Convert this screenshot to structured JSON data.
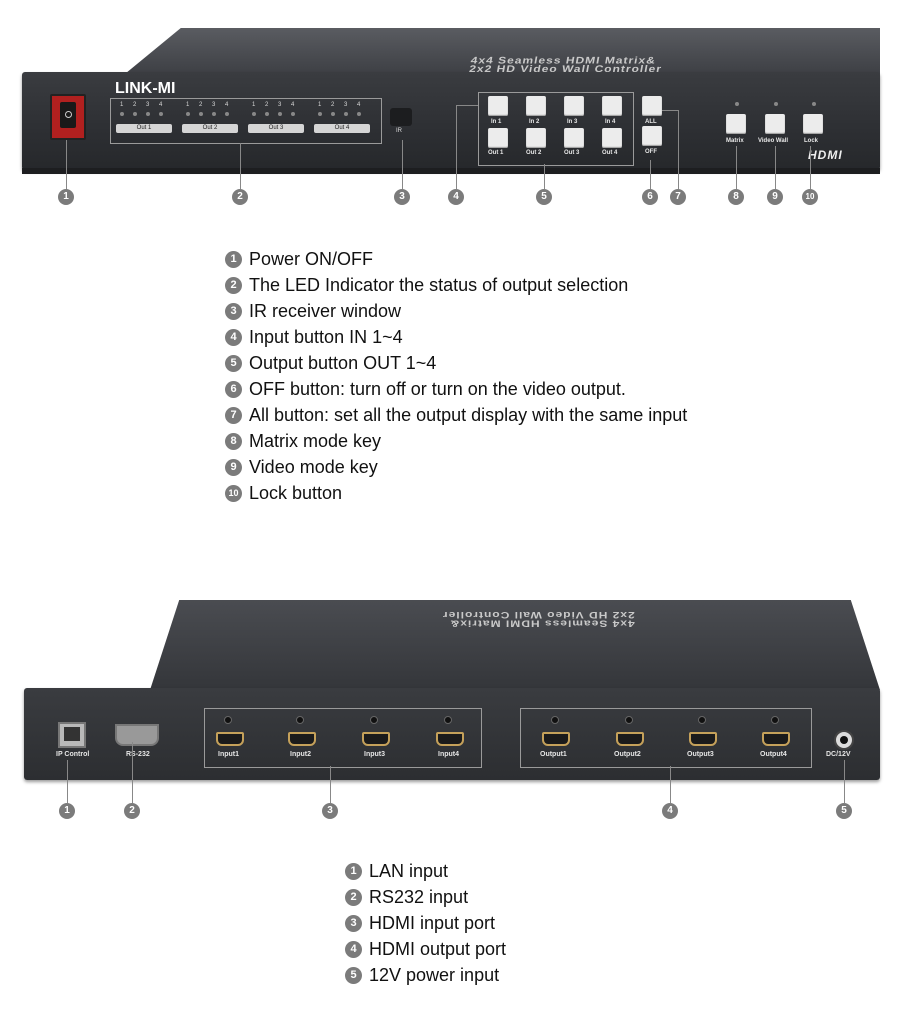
{
  "front": {
    "brand": "LINK-MI",
    "title_line1": "4x4 Seamless HDMI Matrix&",
    "title_line2": "2x2 HD Video Wall Controller",
    "led_groups": [
      {
        "label": "Out 1",
        "numbers": [
          "1",
          "2",
          "3",
          "4"
        ]
      },
      {
        "label": "Out 2",
        "numbers": [
          "1",
          "2",
          "3",
          "4"
        ]
      },
      {
        "label": "Out 3",
        "numbers": [
          "1",
          "2",
          "3",
          "4"
        ]
      },
      {
        "label": "Out 4",
        "numbers": [
          "1",
          "2",
          "3",
          "4"
        ]
      }
    ],
    "ir_label": "IR",
    "input_buttons": [
      "In 1",
      "In 2",
      "In 3",
      "In 4"
    ],
    "output_buttons": [
      "Out 1",
      "Out 2",
      "Out 3",
      "Out 4"
    ],
    "all_label": "ALL",
    "off_label": "OFF",
    "mode_buttons": [
      "Matrix",
      "Video Wall",
      "Lock"
    ],
    "hdmi_logo": "HDMI",
    "callouts": [
      "1",
      "2",
      "3",
      "4",
      "5",
      "6",
      "7",
      "8",
      "9",
      "10"
    ]
  },
  "front_legend": [
    {
      "num": "1",
      "text": "Power ON/OFF"
    },
    {
      "num": "2",
      "text": "The LED Indicator the status of output selection"
    },
    {
      "num": "3",
      "text": "IR receiver window"
    },
    {
      "num": "4",
      "text": "Input button IN 1~4"
    },
    {
      "num": "5",
      "text": "Output button OUT 1~4"
    },
    {
      "num": "6",
      "text": "OFF button: turn off or turn on the video output."
    },
    {
      "num": "7",
      "text": "All button: set all the output display with the same input"
    },
    {
      "num": "8",
      "text": "Matrix mode key"
    },
    {
      "num": "9",
      "text": "Video mode key"
    },
    {
      "num": "10",
      "text": "Lock button"
    }
  ],
  "rear": {
    "title_line1": "4x4 Seamless HDMI Matrix&",
    "title_line2": "2x2 HD Video Wall Controller",
    "ip_label": "IP Control",
    "rs232_label": "RS-232",
    "inputs": [
      "Input1",
      "Input2",
      "Input3",
      "Input4"
    ],
    "outputs": [
      "Output1",
      "Output2",
      "Output3",
      "Output4"
    ],
    "dc_label": "DC/12V",
    "callouts": [
      "1",
      "2",
      "3",
      "4",
      "5"
    ]
  },
  "rear_legend": [
    {
      "num": "1",
      "text": "LAN input"
    },
    {
      "num": "2",
      "text": "RS232 input"
    },
    {
      "num": "3",
      "text": "HDMI input port"
    },
    {
      "num": "4",
      "text": "HDMI output port"
    },
    {
      "num": "5",
      "text": "12V power input"
    }
  ]
}
